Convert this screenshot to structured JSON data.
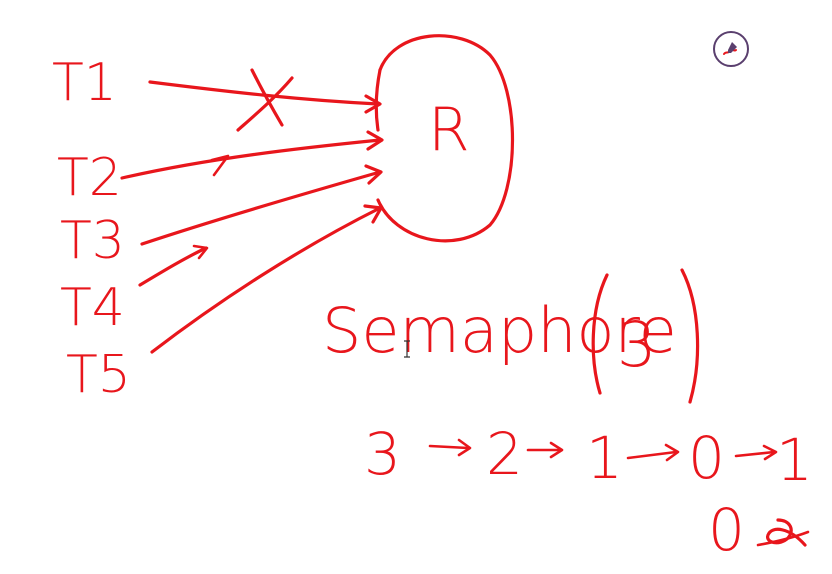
{
  "threads": [
    "T1",
    "T2",
    "T3",
    "T4",
    "T5"
  ],
  "resource": {
    "label": "R"
  },
  "blocked_mark": "X",
  "semaphore": {
    "label": "Semaphore",
    "open_paren": "(",
    "count": "3",
    "close_paren": ")"
  },
  "counter_sequence": [
    "3",
    "2",
    "1",
    "0",
    "1"
  ],
  "final_note": "0",
  "ink_color": "#e8161c",
  "icons": {
    "pen_tool": "pen-tool-icon",
    "text_cursor": "text-cursor-icon"
  }
}
